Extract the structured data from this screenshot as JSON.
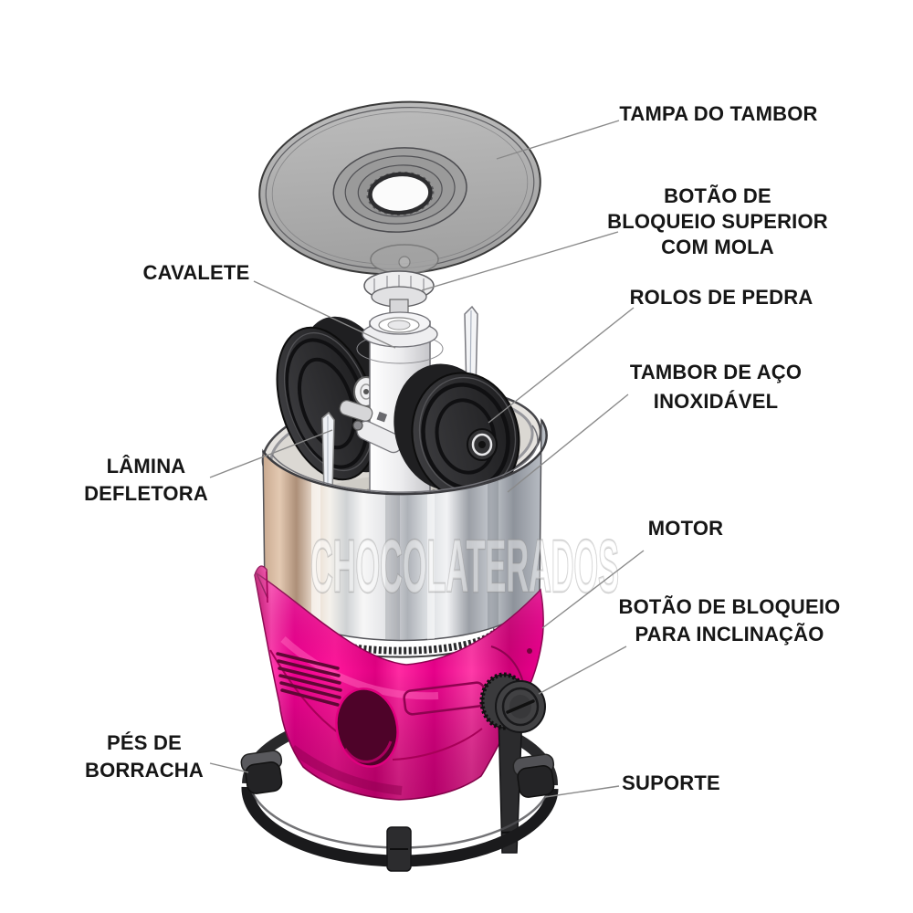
{
  "diagram": {
    "watermark": "CHOCOLATERADOS",
    "labels": {
      "tampa_do_tambor": "TAMPA DO TAMBOR",
      "botao_bloqueio_superior": [
        "BOTÃO DE",
        "BLOQUEIO SUPERIOR",
        "COM MOLA"
      ],
      "cavalete": "CAVALETE",
      "rolos_de_pedra": "ROLOS DE PEDRA",
      "tambor_aco": [
        "TAMBOR DE AÇO",
        "INOXIDÁVEL"
      ],
      "lamina_defletora": [
        "LÂMINA",
        "DEFLETORA"
      ],
      "motor": "MOTOR",
      "botao_bloqueio_inclinacao": [
        "BOTÃO DE BLOQUEIO",
        "PARA INCLINAÇÃO"
      ],
      "pes_de_borracha": [
        "PÉS DE",
        "BORRACHA"
      ],
      "suporte": "SUPORTE"
    },
    "colors": {
      "accent_pink": "#F0008C",
      "label_text": "#161616",
      "leader_line": "#8a8a8a",
      "base_black": "#1d1d1f",
      "steel_light": "#f2f3f5",
      "steel_tan": "#d9b9a0",
      "lid_gray": "#a8a8a8"
    }
  }
}
